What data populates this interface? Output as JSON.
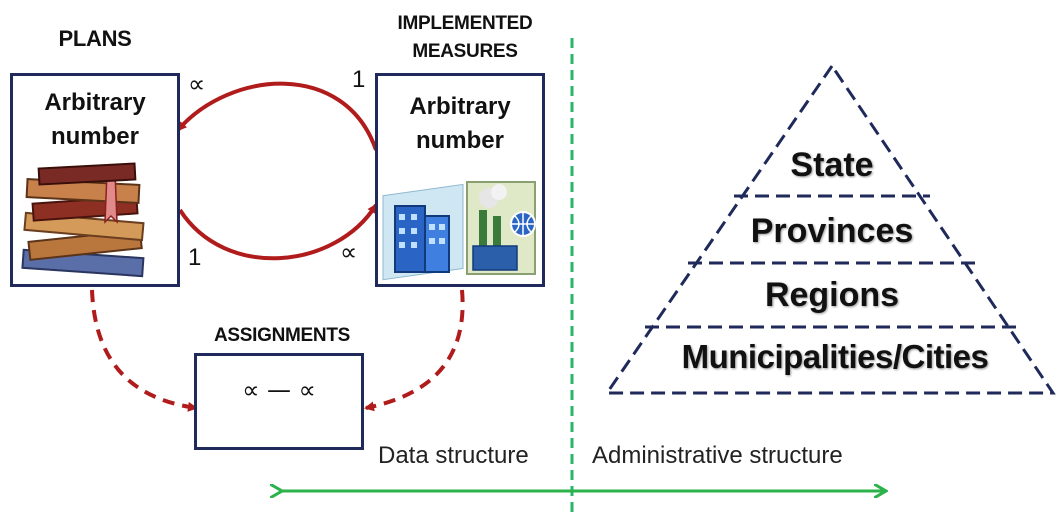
{
  "headers": {
    "plans": "PLANS",
    "implemented_line1": "IMPLEMENTED",
    "implemented_line2": "MEASURES",
    "assignments": "ASSIGNMENTS"
  },
  "plans_box": {
    "line1": "Arbitrary",
    "line2": "number"
  },
  "measures_box": {
    "line1": "Arbitrary",
    "line2": "number"
  },
  "assignments_box": {
    "text": "∝ — ∝"
  },
  "cardinality": {
    "plans_top": "∝",
    "measures_top": "1",
    "plans_bottom": "1",
    "measures_bottom": "∝"
  },
  "pyramid": {
    "tiers": [
      "State",
      "Provinces",
      "Regions",
      "Municipalities/Cities"
    ]
  },
  "captions": {
    "left": "Data structure",
    "right": "Administrative structure"
  },
  "colors": {
    "box_border": "#1f2a5a",
    "relation_arrow": "#b01c1c",
    "divider": "#2bb56a",
    "axis_arrow": "#2bb24a",
    "pyramid_line": "#1f2a5a"
  }
}
